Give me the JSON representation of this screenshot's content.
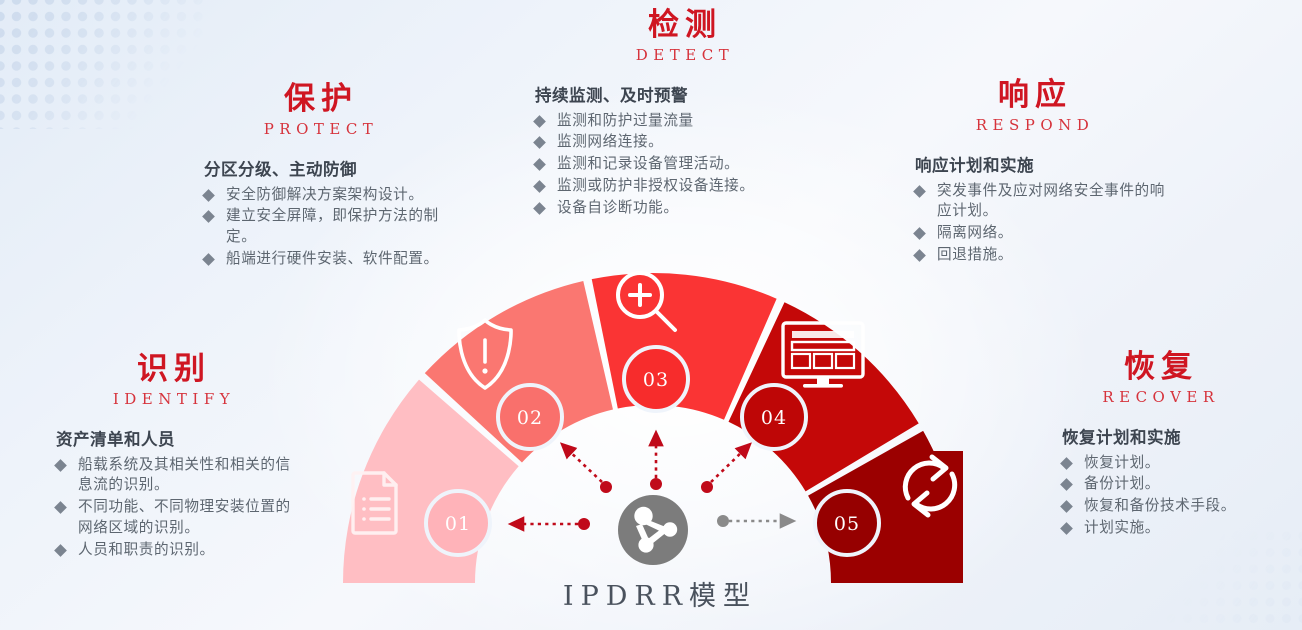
{
  "diagram": {
    "title": "IPDRR模型",
    "hub_icon": "network-share-icon",
    "segments": [
      {
        "number": "01",
        "icon": "document-list-icon",
        "color": "#FFBEC3",
        "circle_color": "#FFB3B9",
        "phase": "identify"
      },
      {
        "number": "02",
        "icon": "shield-alert-icon",
        "color": "#FA7771",
        "circle_color": "#F9706C",
        "phase": "protect"
      },
      {
        "number": "03",
        "icon": "magnifier-plus-icon",
        "color": "#FA3434",
        "circle_color": "#F72C2C",
        "phase": "detect"
      },
      {
        "number": "04",
        "icon": "monitor-dashboard-icon",
        "color": "#C40808",
        "circle_color": "#BE0606",
        "phase": "respond"
      },
      {
        "number": "05",
        "icon": "refresh-cycle-icon",
        "color": "#9B0000",
        "circle_color": "#960000",
        "phase": "recover"
      }
    ]
  },
  "panels": {
    "identify": {
      "title_cn": "识别",
      "title_en": "IDENTIFY",
      "subtitle": "资产清单和人员",
      "bullets": [
        "船载系统及其相关性和相关的信息流的识别。",
        "不同功能、不同物理安装位置的网络区域的识别。",
        "人员和职责的识别。"
      ]
    },
    "protect": {
      "title_cn": "保护",
      "title_en": "PROTECT",
      "subtitle": "分区分级、主动防御",
      "bullets": [
        "安全防御解决方案架构设计。",
        "建立安全屏障，即保护方法的制定。",
        "船端进行硬件安装、软件配置。"
      ]
    },
    "detect": {
      "title_cn": "检测",
      "title_en": "DETECT",
      "subtitle": "持续监测、及时预警",
      "bullets": [
        "监测和防护过量流量",
        "监测网络连接。",
        "监测和记录设备管理活动。",
        "监测或防护非授权设备连接。",
        "设备自诊断功能。"
      ]
    },
    "respond": {
      "title_cn": "响应",
      "title_en": "RESPOND",
      "subtitle": "响应计划和实施",
      "bullets": [
        "突发事件及应对网络安全事件的响应计划。",
        "隔离网络。",
        "回退措施。"
      ]
    },
    "recover": {
      "title_cn": "恢复",
      "title_en": "RECOVER",
      "subtitle": "恢复计划和实施",
      "bullets": [
        "恢复计划。",
        "备份计划。",
        "恢复和备份技术手段。",
        "计划实施。"
      ]
    }
  },
  "colors": {
    "accent_red": "#CF1622",
    "title_en_red": "#D6333C",
    "text_gray": "#5D6670",
    "hub_gray": "#7C7C7C",
    "arrow_red": "#C00A1A"
  }
}
